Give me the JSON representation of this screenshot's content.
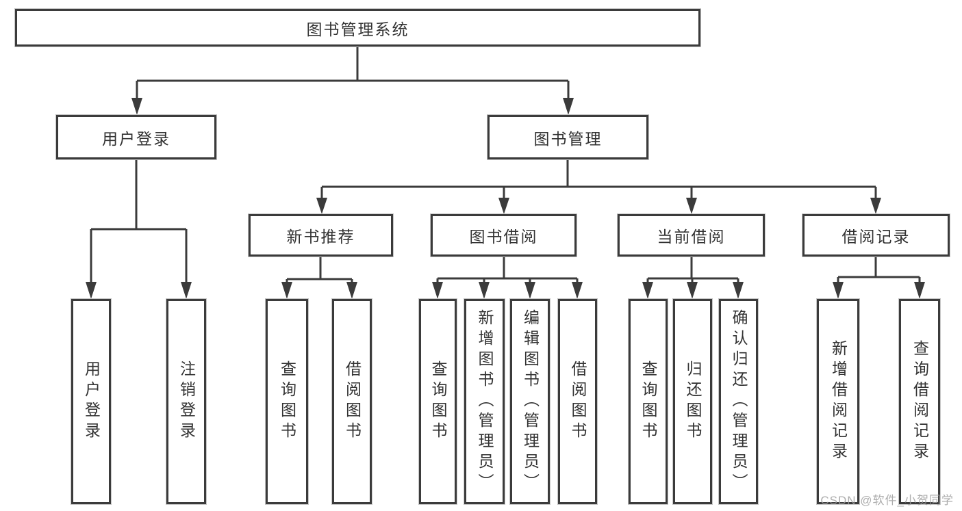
{
  "tree": {
    "root": {
      "label": "图书管理系统"
    },
    "branches": [
      {
        "label": "用户登录",
        "children": [
          "用户登录",
          "注销登录"
        ]
      },
      {
        "label": "图书管理",
        "sections": [
          {
            "label": "新书推荐",
            "children": [
              "查询图书",
              "借阅图书"
            ]
          },
          {
            "label": "图书借阅",
            "children": [
              "查询图书",
              "新增图书（管理员）",
              "编辑图书（管理员）",
              "借阅图书"
            ]
          },
          {
            "label": "当前借阅",
            "children": [
              "查询图书",
              "归还图书",
              "确认归还（管理员）"
            ]
          },
          {
            "label": "借阅记录",
            "children": [
              "新增借阅记录",
              "查询借阅记录"
            ]
          }
        ]
      }
    ]
  },
  "watermark": {
    "text": "CSDN @软件_小贺同学"
  },
  "colors": {
    "box_border": "#3b3b3b",
    "connector_line": "#3b3b3b",
    "text": "#323232",
    "watermark_text": "#9f9f9f",
    "background": "#ffffff"
  }
}
